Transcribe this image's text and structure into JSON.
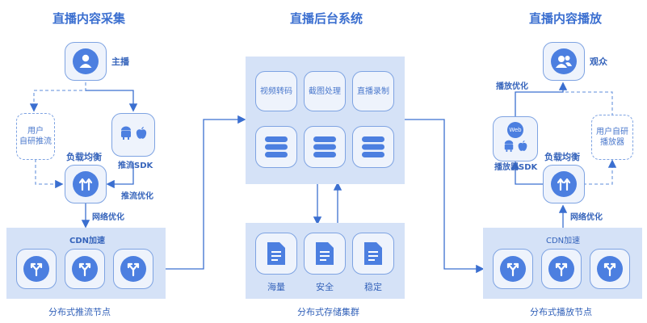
{
  "sections": {
    "collect": {
      "title": "直播内容采集",
      "footer": "分布式推流节点"
    },
    "backend": {
      "title": "直播后台系统",
      "footer": "分布式存储集群"
    },
    "play": {
      "title": "直播内容播放",
      "footer": "分布式播放节点"
    }
  },
  "collect": {
    "host_label": "主播",
    "self_push": "用户\n自研推流",
    "sdk_label": "推流SDK",
    "lb_label": "负载均衡",
    "push_opt": "推流优化",
    "net_opt": "网络优化",
    "cdn_label": "CDN加速"
  },
  "backend": {
    "services": [
      "视频转码",
      "截图处理",
      "直播录制"
    ],
    "storage": [
      "海量",
      "安全",
      "稳定"
    ]
  },
  "play": {
    "viewer_label": "观众",
    "play_opt": "播放优化",
    "web_label": "Web",
    "sdk_label": "播放器SDK",
    "lb_label": "负载均衡",
    "self_player": "用户自研\n播放器",
    "net_opt": "网络优化",
    "cdn_label": "CDN加速"
  },
  "colors": {
    "accent": "#4c7fe0",
    "panel": "#d5e2f7",
    "border": "#7ea3e2",
    "line": "#3b6fd0"
  }
}
